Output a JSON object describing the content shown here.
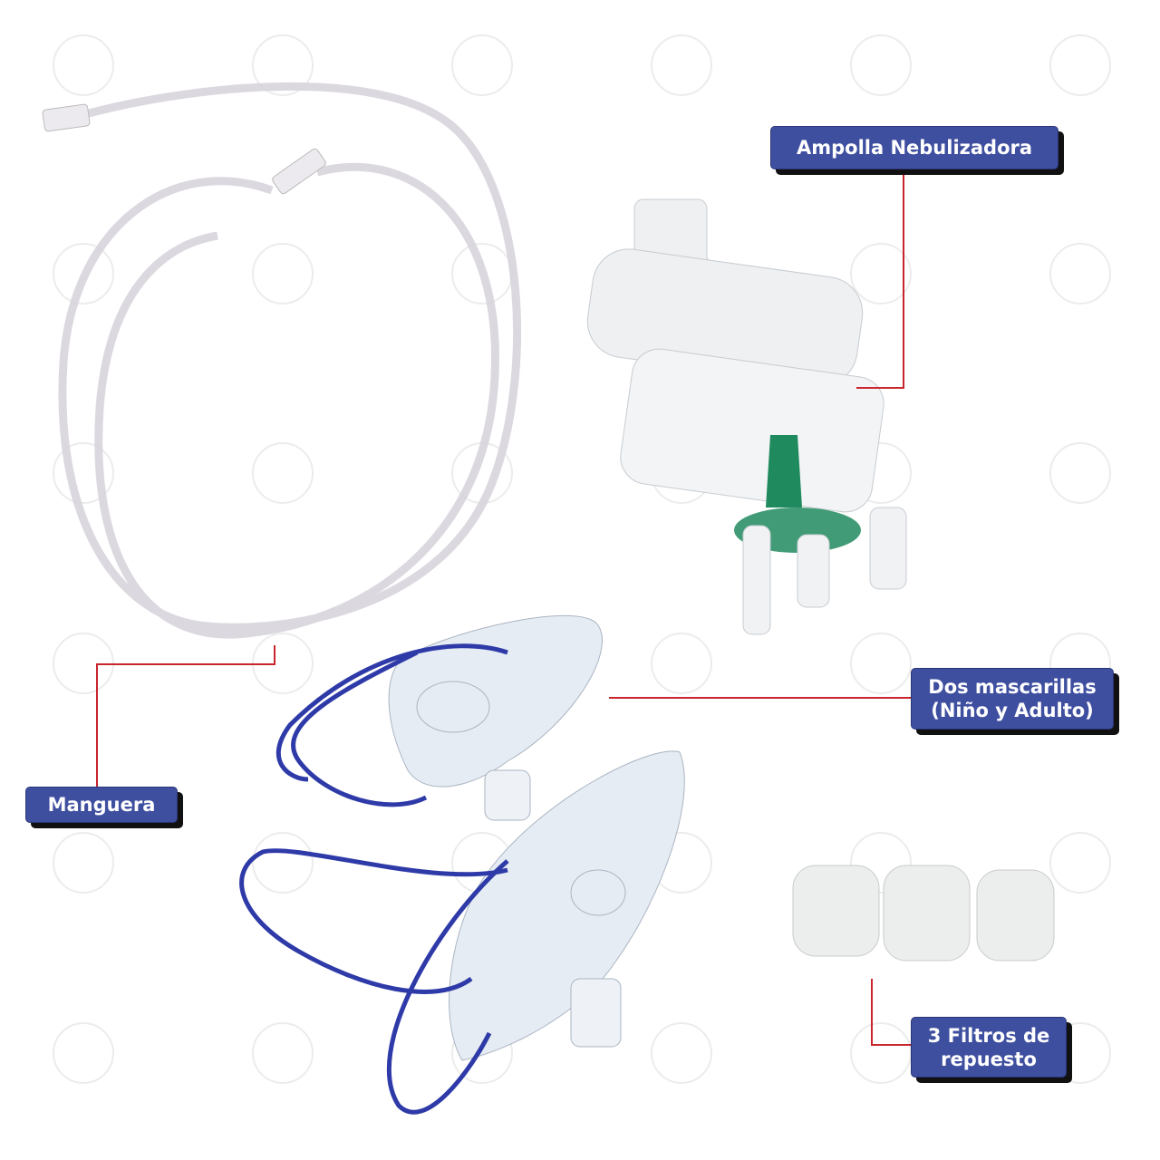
{
  "labels": {
    "nebulizer": "Ampolla Nebulizadora",
    "tubing": "Manguera",
    "masks_line1": "Dos mascarillas",
    "masks_line2": "(Niño y Adulto)",
    "filters_line1": "3 Filtros de",
    "filters_line2": "repuesto"
  },
  "colors": {
    "label_bg": "#3f4fa0",
    "label_shadow": "#111111",
    "leader_line": "#c8262c",
    "strap": "#2e3aa8",
    "nebulizer_core": "#1f8a5e"
  }
}
